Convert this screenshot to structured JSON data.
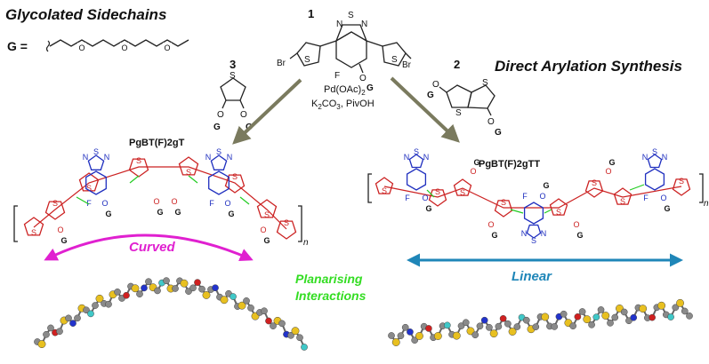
{
  "diagram": {
    "header_left": "Glycolated Sidechains",
    "header_right": "Direct Arylation Synthesis",
    "g_definition": "G =",
    "compounds": [
      {
        "number": "1"
      },
      {
        "number": "3"
      },
      {
        "number": "2"
      }
    ],
    "reagents": {
      "line1": "Pd(OAc)",
      "line1_sub": "2",
      "line2_a": "K",
      "line2_sub": "2",
      "line2_b": "CO",
      "line2_sub2": "3",
      "line2_c": ", PivOH"
    },
    "polymers": [
      {
        "name": "PgBT(F)2gT",
        "shape": "Curved",
        "repeat": "n"
      },
      {
        "name": "PgBT(F)2gTT",
        "shape": "Linear",
        "repeat": "n"
      }
    ],
    "center_label": [
      "Planarising",
      "Interactions"
    ],
    "atoms": {
      "S": "S",
      "N": "N",
      "O": "O",
      "F": "F",
      "Br": "Br",
      "G": "G"
    },
    "colors": {
      "thiophene": "#cc2222",
      "benzothiadiazole": "#1f2fbf",
      "bond": "#222222",
      "arrow_grey": "#7a7a5e",
      "curved": "#e020d0",
      "linear": "#1f86b8",
      "interaction": "#33dd22",
      "hbond": "#22cc22",
      "ball_sulfur": "#e8c020",
      "ball_carbon": "#8a8a8a",
      "ball_oxygen": "#d02020",
      "ball_nitrogen": "#2233cc",
      "ball_fluorine": "#40c8c8"
    }
  }
}
